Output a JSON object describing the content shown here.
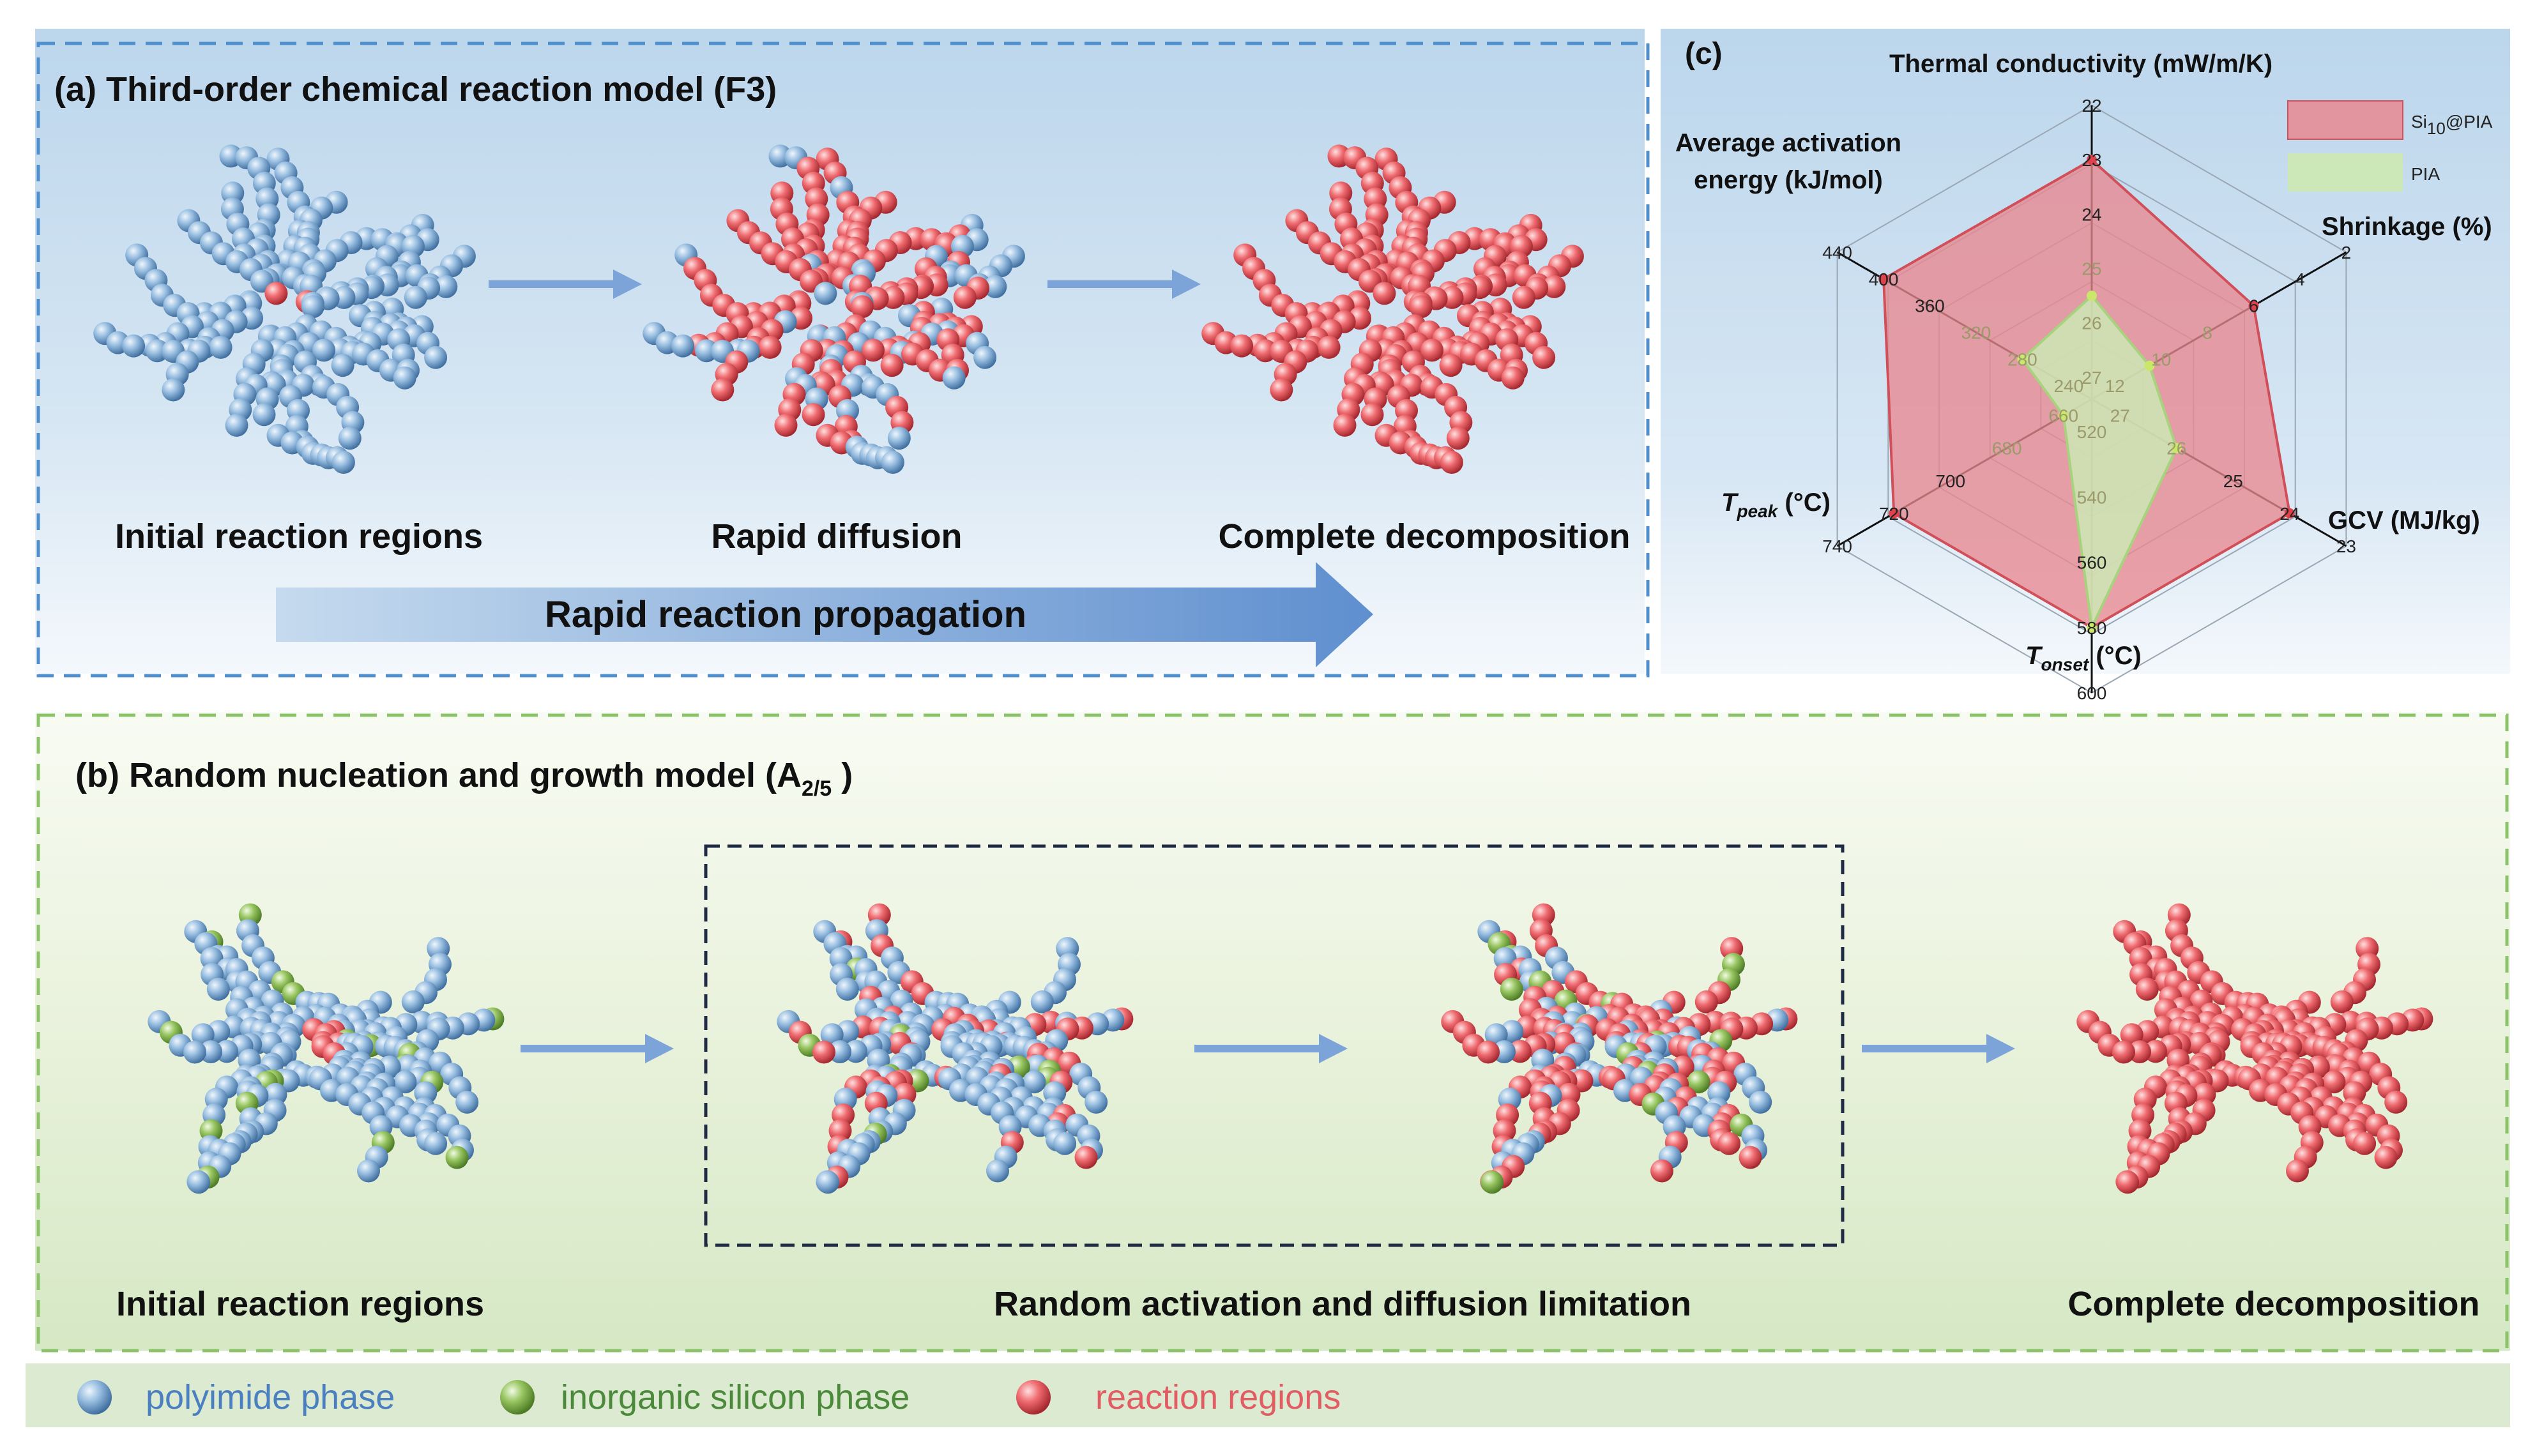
{
  "panel_a": {
    "title": "(a) Third-order chemical reaction model (F3)",
    "captions": [
      "Initial reaction regions",
      "Rapid diffusion",
      "Complete decomposition"
    ],
    "banner": "Rapid reaction propagation"
  },
  "panel_b": {
    "title_main": "(b) Random nucleation and growth model (A",
    "title_sub": "2/5",
    "title_end": " )",
    "captions": [
      "Initial reaction regions",
      "Random activation and diffusion limitation",
      "Complete decomposition"
    ]
  },
  "panel_c": {
    "label": "(c)",
    "axes": {
      "thermal": "Thermal conductivity (mW/m/K)",
      "activation_1": "Average activation",
      "activation_2": "energy (kJ/mol)",
      "shrinkage": "Shrinkage (%)",
      "gcv": "GCV (MJ/kg)",
      "tonset_T": "T",
      "tonset_sub": "onset",
      "tonset_unit": " (°C)",
      "tpeak_T": "T",
      "tpeak_sub": "peak",
      "tpeak_unit": " (°C)"
    },
    "ticks": {
      "thermal": [
        "22",
        "23",
        "24",
        "25",
        "26",
        "27"
      ],
      "shrinkage": [
        "2",
        "4",
        "6",
        "8",
        "10",
        "12"
      ],
      "gcv": [
        "23",
        "24",
        "25",
        "26",
        "27"
      ],
      "tonset": [
        "600",
        "580",
        "560",
        "540",
        "520"
      ],
      "tpeak": [
        "740",
        "720",
        "700",
        "680",
        "660"
      ],
      "activation": [
        "440",
        "400",
        "360",
        "320",
        "280",
        "240"
      ]
    },
    "legend": {
      "si_main": "Si",
      "si_sub": "10",
      "si_end": "@PIA",
      "pia": "PIA",
      "si_color": "#e8888f",
      "pia_color": "#cde8b4"
    }
  },
  "chart_data": {
    "type": "radar",
    "axes": [
      "Thermal conductivity (mW/m/K)",
      "Shrinkage (%)",
      "GCV (MJ/kg)",
      "T_onset (°C)",
      "T_peak (°C)",
      "Average activation energy (kJ/mol)"
    ],
    "series": [
      {
        "name": "Si10@PIA",
        "values": [
          23,
          6,
          24,
          580,
          720,
          400
        ],
        "color": "#e8888f"
      },
      {
        "name": "PIA",
        "values": [
          25.5,
          10.5,
          26,
          580,
          660,
          280
        ],
        "color": "#cde8b4"
      }
    ]
  },
  "legend_bottom": {
    "polyimide": "polyimide phase",
    "silicon": "inorganic silicon phase",
    "reaction": "reaction regions",
    "polyimide_color": "#4a7fc0",
    "silicon_color": "#4b8a3a",
    "reaction_color": "#e25c63"
  }
}
